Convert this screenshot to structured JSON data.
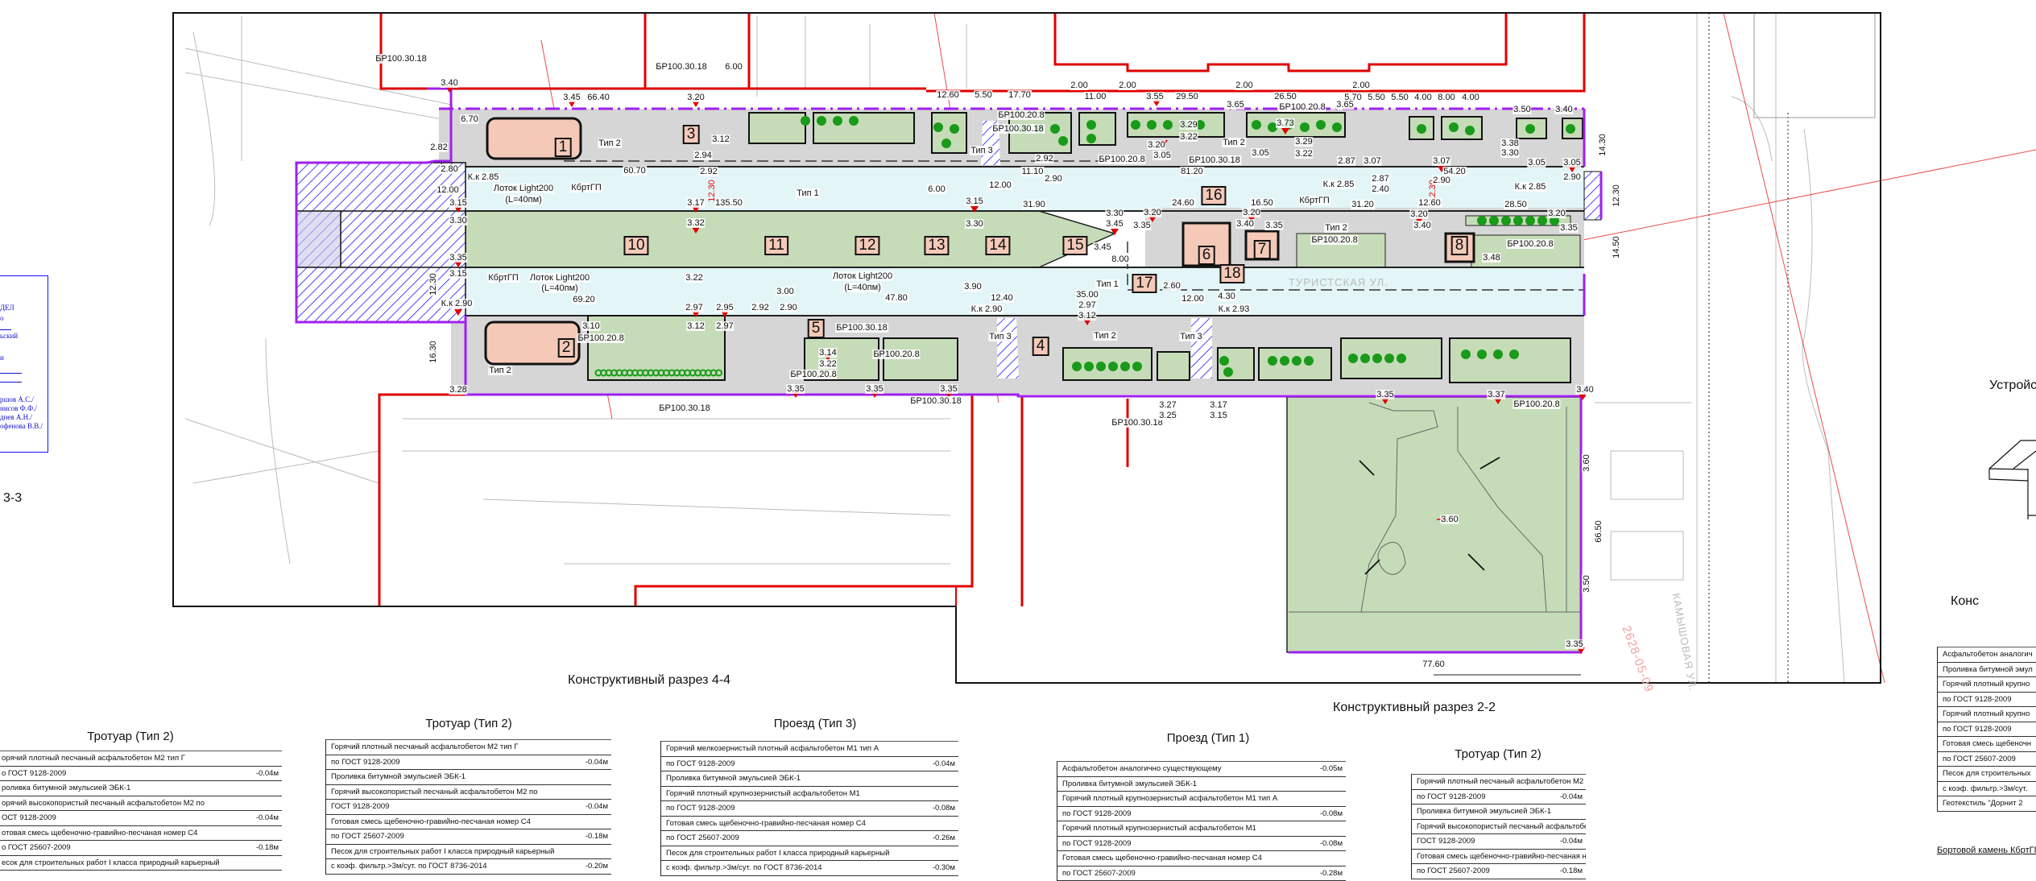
{
  "plan": {
    "labels": [
      "БР100.30.18",
      "3.40",
      "3.45",
      "66.40",
      "3.20",
      "БР100.30.18",
      "6.00",
      "6.70",
      "Тип 2",
      "1",
      "3",
      "2.82",
      "2.80",
      "К.к 2.85",
      "12.00",
      "Лоток Light200",
      "(L=40пм)",
      "КбртГП",
      "60.70",
      "3.15",
      "3.30",
      "3.35",
      "3.17",
      "3.32",
      "135.50",
      "3.12",
      "2.94",
      "2.92",
      "12.30",
      "10",
      "11",
      "12",
      "Тип 1",
      "12.60",
      "5.50",
      "17.70",
      "2.00",
      "11.00",
      "2.00",
      "3.55",
      "29.50",
      "2.00",
      "26.50",
      "2.00",
      "5.70",
      "5.50",
      "5.50",
      "4.00",
      "8.00",
      "4.00",
      "БР100.20.8",
      "БР100.30.18",
      "Тип 3",
      "3.73",
      "3.29",
      "3.22",
      "3.20",
      "3.05",
      "БР100.20.8",
      "БР100.30.18",
      "Тип 2",
      "3.05",
      "3.29",
      "3.22",
      "БР100.20.8",
      "3.65",
      "3.65",
      "11.10",
      "81.20",
      "2.92",
      "2.90",
      "12.00",
      "6.00",
      "К.к 2.85",
      "2.87",
      "3.07",
      "2.87",
      "2.40",
      "КбртГП",
      "12.30",
      "3.07",
      "54.20",
      "2.90",
      "16",
      "31.90",
      "24.60",
      "16.50",
      "31.20",
      "12.60",
      "3.20",
      "3.20",
      "3.20",
      "3.15",
      "3.30",
      "3.30",
      "3.45",
      "3.35",
      "3.40",
      "3.35",
      "Тип 2",
      "БР100.20.8",
      "3.40",
      "3.48",
      "13",
      "14",
      "15",
      "6",
      "7",
      "8",
      "3.45",
      "8.00",
      "3.50",
      "3.40",
      "3.38",
      "3.30",
      "3.05",
      "3.05",
      "К.к 2.85",
      "2.90",
      "28.50",
      "3.20",
      "3.35",
      "14.30",
      "12.30",
      "14.50",
      "БР100.20.8",
      "3.15",
      "КбртГП",
      "Лоток Light200",
      "(L=40пм)",
      "69.20",
      "К.к 2.90",
      "3.22",
      "2.97",
      "3.10",
      "БР100.20.8",
      "3.12",
      "2.95",
      "2.97",
      "Тип 2",
      "2",
      "3.28",
      "16.30",
      "12.30",
      "БР100.30.18",
      "Лоток Light200",
      "(L=40пм)",
      "47.80",
      "3.00",
      "2.92",
      "2.90",
      "12.40",
      "3.90",
      "К.к 2.90",
      "35.00",
      "2.97",
      "3.12",
      "2.60",
      "12.00",
      "4.30",
      "К.к 2.93",
      "Тип 1",
      "17",
      "18",
      "БР100.30.18",
      "3.14",
      "3.22",
      "БР100.20.8",
      "БР100.20.8",
      "5",
      "Тип 3",
      "Тип 2",
      "Тип 3",
      "4",
      "3.35",
      "3.35",
      "3.35",
      "БР100.30.18",
      "БР100.30.18",
      "3.27",
      "3.25",
      "3.17",
      "3.15",
      "3.60",
      "3.60",
      "66.50",
      "3.50",
      "3.35",
      "77.60",
      "3.40",
      "3.37",
      "3.35",
      "БР100.20.8"
    ],
    "street_turistskaya": "ТУРИСТСКАЯ УЛ.",
    "street_kamyshovaya": "КАМЫШОВАЯ УЛ.",
    "survey_code": "2628-05-09"
  },
  "stamp": {
    "lines": [
      "ДЕЛ",
      "о",
      "ьский",
      "и",
      "ршов А.С./",
      "нисов Ф.Ф./",
      "днев А.Н./",
      "офенова В.В./"
    ]
  },
  "captions": {
    "section_3_3": "3-3",
    "section_4_4": "Конструктивный разрез 4-4",
    "section_2_2": "Конструктивный разрез 2-2",
    "curb_device": "Устройс",
    "construction_right": "Конс",
    "curb_stone": "Бортовой камень  КбртГП"
  },
  "tables": [
    {
      "title": "Тротуар (Тип 2)",
      "rows": [
        {
          "text": "орячий плотный песчаный асфальтобетон М2 тип Г",
          "value": ""
        },
        {
          "text": "о ГОСТ 9128-2009",
          "value": "-0.04м"
        },
        {
          "text": "роливка битумной эмульсией ЭБК-1",
          "value": ""
        },
        {
          "text": "орячий высокопористый песчаный асфальтобетон М2 по",
          "value": ""
        },
        {
          "text": "ОСТ 9128-2009",
          "value": "-0.04м"
        },
        {
          "text": "отовая смесь щебеночно-гравийно-песчаная номер С4",
          "value": ""
        },
        {
          "text": "о ГОСТ 25607-2009",
          "value": "-0.18м"
        },
        {
          "text": "есок для строительных работ I класса природный карьерный",
          "value": ""
        }
      ]
    },
    {
      "title": "Тротуар (Тип 2)",
      "rows": [
        {
          "text": "Горячий плотный песчаный асфальтобетон М2 тип Г",
          "value": ""
        },
        {
          "text": "по ГОСТ 9128-2009",
          "value": "-0.04м"
        },
        {
          "text": "Проливка битумной эмульсией ЭБК-1",
          "value": ""
        },
        {
          "text": "Горячий высокопористый песчаный асфальтобетон М2 по",
          "value": ""
        },
        {
          "text": "ГОСТ 9128-2009",
          "value": "-0.04м"
        },
        {
          "text": "Готовая смесь щебеночно-гравийно-песчаная номер С4",
          "value": ""
        },
        {
          "text": "по ГОСТ 25607-2009",
          "value": "-0.18м"
        },
        {
          "text": "Песок для строительных работ I класса природный карьерный",
          "value": ""
        },
        {
          "text": "с коэф. фильтр.>3м/сут. по ГОСТ 8736-2014",
          "value": "-0.20м"
        }
      ]
    },
    {
      "title": "Проезд (Тип 3)",
      "rows": [
        {
          "text": "Горячий мелкозернистый плотный асфальтобетон М1 тип А",
          "value": ""
        },
        {
          "text": "по ГОСТ 9128-2009",
          "value": "-0.04м"
        },
        {
          "text": "Проливка битумной эмульсией ЭБК-1",
          "value": ""
        },
        {
          "text": "Горячий плотный крупнозернистый асфальтобетон М1",
          "value": ""
        },
        {
          "text": "по ГОСТ 9128-2009",
          "value": "-0.08м"
        },
        {
          "text": "Готовая смесь щебеночно-гравийно-песчаная номер С4",
          "value": ""
        },
        {
          "text": "по ГОСТ 25607-2009",
          "value": "-0.26м"
        },
        {
          "text": "Песок для строительных работ I класса природный карьерный",
          "value": ""
        },
        {
          "text": "с коэф. фильтр.>3м/сут. по ГОСТ 8736-2014",
          "value": "-0.30м"
        }
      ]
    },
    {
      "title": "Проезд (Тип 1)",
      "rows": [
        {
          "text": "Асфальтобетон аналогично существующему",
          "value": "-0.05м"
        },
        {
          "text": "Проливка битумной эмульсией ЭБК-1",
          "value": ""
        },
        {
          "text": "Горячий плотный крупнозернистый асфальтобетон М1 тип А",
          "value": ""
        },
        {
          "text": "по ГОСТ 9128-2009",
          "value": "-0.08м"
        },
        {
          "text": "Горячий плотный крупнозернистый асфальтобетон М1",
          "value": ""
        },
        {
          "text": "по ГОСТ 9128-2009",
          "value": "-0.08м"
        },
        {
          "text": "Готовая смесь щебеночно-гравийно-песчаная номер С4",
          "value": ""
        },
        {
          "text": "по ГОСТ 25607-2009",
          "value": "-0.28м"
        }
      ]
    },
    {
      "title": "Тротуар (Тип 2)",
      "rows": [
        {
          "text": "Горячий плотный песчаный асфальтобетон М2 тип Г",
          "value": ""
        },
        {
          "text": "по ГОСТ 9128-2009",
          "value": "-0.04м"
        },
        {
          "text": "Проливка битумной эмульсией ЭБК-1",
          "value": ""
        },
        {
          "text": "Горячий высокопористый песчаный асфальтобетон М2 по",
          "value": ""
        },
        {
          "text": "ГОСТ 9128-2009",
          "value": "-0.04м"
        },
        {
          "text": "Готовая смесь щебеночно-гравийно-песчаная номер С4",
          "value": ""
        },
        {
          "text": "по ГОСТ 25607-2009",
          "value": "-0.18м"
        }
      ]
    },
    {
      "title": "",
      "rows": [
        {
          "text": "Асфальтобетон аналогич",
          "value": ""
        },
        {
          "text": "Проливка битумной эмул",
          "value": ""
        },
        {
          "text": "Горячий плотный крупно",
          "value": ""
        },
        {
          "text": "по ГОСТ 9128-2009",
          "value": ""
        },
        {
          "text": "Горячий плотный крупно",
          "value": ""
        },
        {
          "text": "по ГОСТ 9128-2009",
          "value": ""
        },
        {
          "text": "Готовая смесь щебеночн",
          "value": ""
        },
        {
          "text": "по ГОСТ 25607-2009",
          "value": ""
        },
        {
          "text": "Песок для строительных",
          "value": ""
        },
        {
          "text": "с коэф. фильтр.>3м/сут.",
          "value": ""
        },
        {
          "text": "Геотекстиль \"Дорнит 2",
          "value": ""
        }
      ]
    }
  ],
  "colors": {
    "carriageway": "#e3f5f7",
    "lawn": "#c6dcb8",
    "sidewalk": "#d6d6d6",
    "building": "#f4c9b8",
    "boundary": "#a020f0",
    "red_line": "#e00000",
    "hatch": "#1a1aff",
    "tree": "#1a9a1a"
  }
}
